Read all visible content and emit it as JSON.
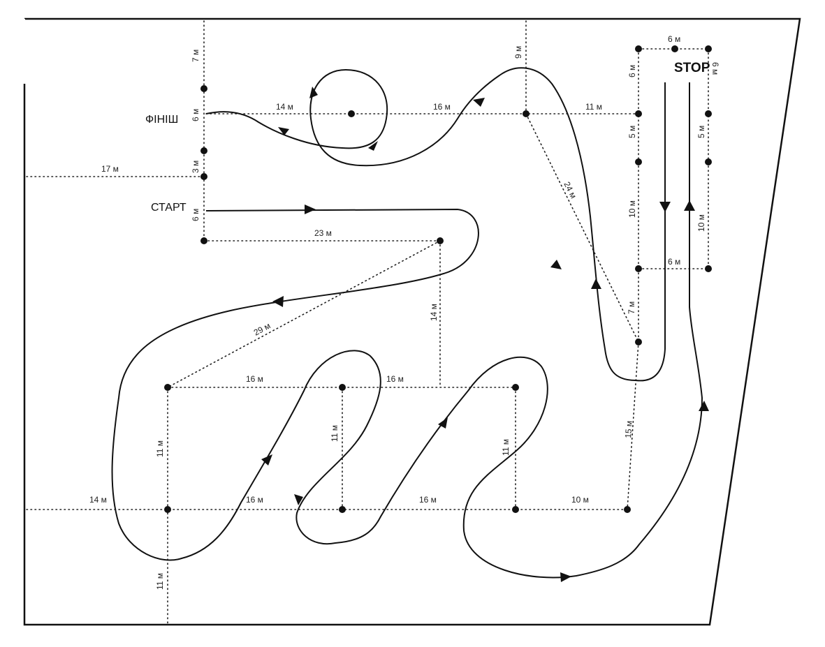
{
  "labels": {
    "finish": "ФІНІШ",
    "start": "СТАРТ",
    "stop": "STOP"
  },
  "measurements": {
    "m_7_top": "7 м",
    "m_6_finish": "6 м",
    "m_3": "3 м",
    "m_6_start": "6 м",
    "m_17": "17 м",
    "m_14_top": "14 м",
    "m_16_top": "16 м",
    "m_9": "9 м",
    "m_11_top": "11 м",
    "m_6_stop_top": "6 м",
    "m_6_stop_left": "6 м",
    "m_6_stop_right": "6 м",
    "m_5_left": "5 м",
    "m_5_right": "5 м",
    "m_10_left": "10 м",
    "m_10_right": "10 м",
    "m_6_stop_bottom": "6 м",
    "m_24": "24 м",
    "m_23": "23 м",
    "m_29": "29 м",
    "m_14_mid": "14 м",
    "m_7_right": "7 м",
    "m_16_row1_a": "16 м",
    "m_16_row1_b": "16 м",
    "m_11_left": "11 м",
    "m_11_mid1": "11 м",
    "m_11_mid2": "11 м",
    "m_15": "15 м",
    "m_14_bottom": "14 м",
    "m_16_row2_a": "16 м",
    "m_16_row2_b": "16 м",
    "m_10_bottom": "10 м",
    "m_11_bottom": "11 м"
  }
}
